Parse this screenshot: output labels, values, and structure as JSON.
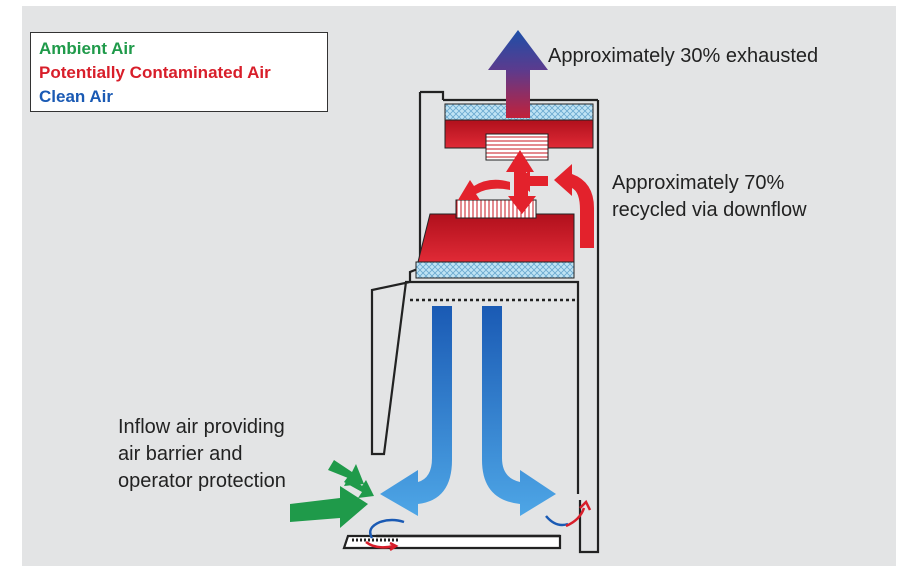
{
  "legend": {
    "items": [
      {
        "label": "Ambient Air",
        "color": "#1f9a4a"
      },
      {
        "label": "Potentially Contaminated Air",
        "color": "#d81e2a"
      },
      {
        "label": "Clean Air",
        "color": "#1a5ab4"
      }
    ]
  },
  "labels": {
    "exhaust": "Approximately 30% exhausted",
    "recycle_line1": "Approximately 70%",
    "recycle_line2": "recycled via downflow",
    "inflow_line1": "Inflow air providing",
    "inflow_line2": "air barrier and",
    "inflow_line3": "operator protection"
  },
  "colors": {
    "background": "#e3e4e5",
    "ambient": "#1f9a4a",
    "contaminated": "#d81e2a",
    "clean": "#1a5ab4",
    "filter_media": "#a9d8ef",
    "cabinet_outline": "#222222"
  }
}
